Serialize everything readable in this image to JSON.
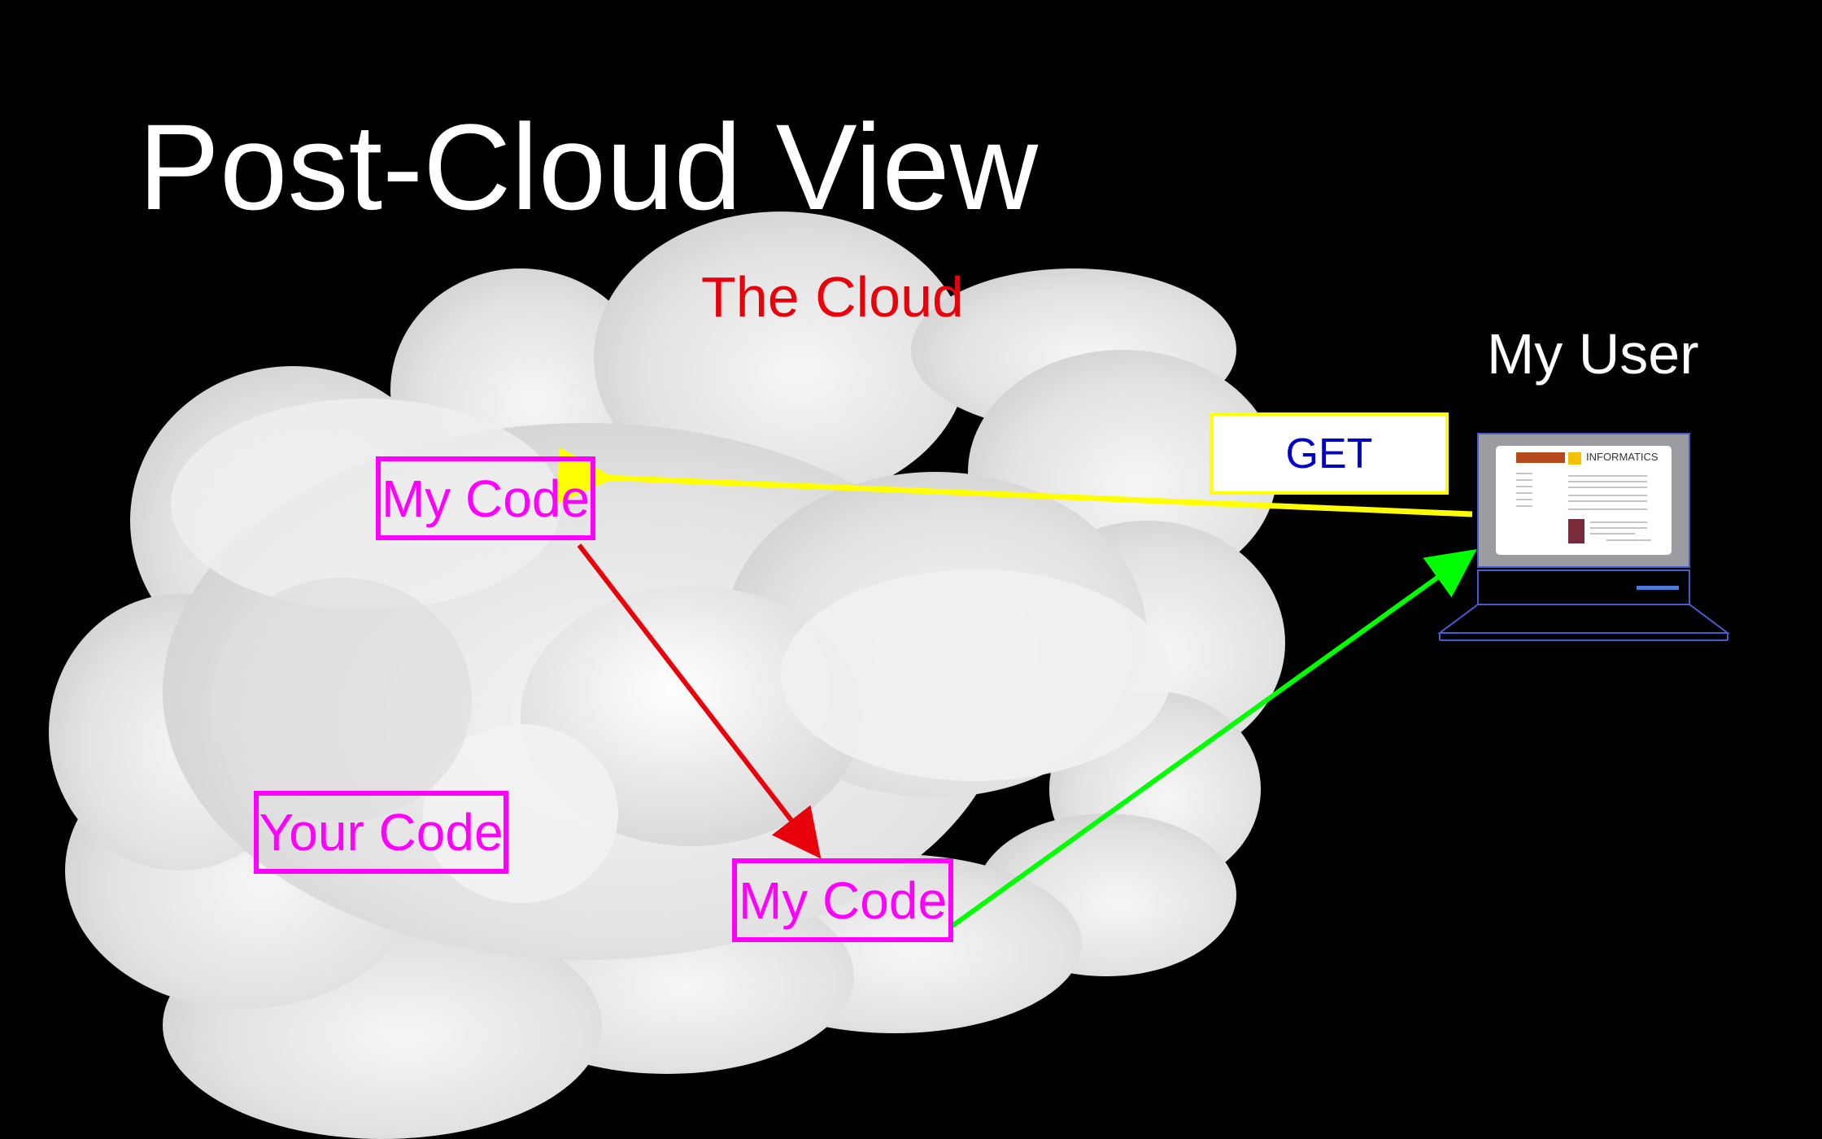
{
  "slide": {
    "title": "Post-Cloud View"
  },
  "cloud": {
    "label": "The Cloud"
  },
  "user": {
    "label": "My User"
  },
  "boxes": {
    "my_code_top": "My Code",
    "your_code": "Your Code",
    "my_code_bottom": "My Code"
  },
  "request": {
    "label": "GET"
  },
  "laptop_screen": {
    "header": "INFORMATICS"
  },
  "colors": {
    "background": "#000000",
    "title": "#ffffff",
    "cloud_label": "#e8000b",
    "code_boxes": "#ff00ff",
    "get_text": "#0000cc",
    "request_arrow": "#ffff00",
    "internal_arrow": "#e8000b",
    "response_arrow": "#00ff00"
  }
}
